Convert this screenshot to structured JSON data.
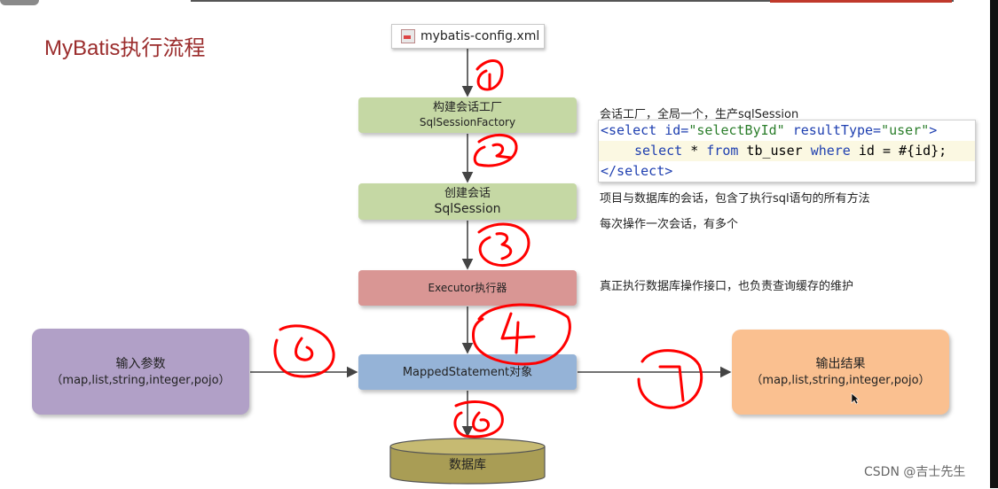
{
  "title": "MyBatis执行流程",
  "config_file": "mybatis-config.xml",
  "nodes": {
    "factory": {
      "line1": "构建会话工厂",
      "line2": "SqlSessionFactory"
    },
    "session": {
      "line1": "创建会话",
      "line2": "SqlSession"
    },
    "executor": {
      "label": "Executor执行器"
    },
    "mapped": {
      "label": "MappedStatement对象"
    },
    "input": {
      "line1": "输入参数",
      "line2": "（map,list,string,integer,pojo）"
    },
    "output": {
      "line1": "输出结果",
      "line2": "（map,list,string,integer,pojo）"
    },
    "database": {
      "label": "数据库"
    }
  },
  "descriptions": {
    "factory": "会话工厂，全局一个，生产sqlSession",
    "session_1": "项目与数据库的会话，包含了执行sql语句的所有方法",
    "session_2": "每次操作一次会话，有多个",
    "executor": "真正执行数据库操作接口，也负责查询缓存的维护"
  },
  "code": {
    "line1_tag_open": "<select",
    "line1_attr1": " id=",
    "line1_val1": "\"selectById\"",
    "line1_attr2": " resultType=",
    "line1_val2": "\"user\"",
    "line1_close": ">",
    "line2_select": "select",
    "line2_star": " * ",
    "line2_from": "from",
    "line2_table": " tb_user ",
    "line2_where": "where",
    "line2_rest": " id = #{id};",
    "line3": "</select>"
  },
  "colors": {
    "title": "#9b2d2d",
    "green_box": "#c5d8a4",
    "red_box": "#d99694",
    "blue_box": "#95b3d7",
    "purple_box": "#b1a0c7",
    "orange_box": "#fac090",
    "database": "#b5a85f",
    "annotation": "#ff0000"
  },
  "watermark": "CSDN @吉士先生"
}
